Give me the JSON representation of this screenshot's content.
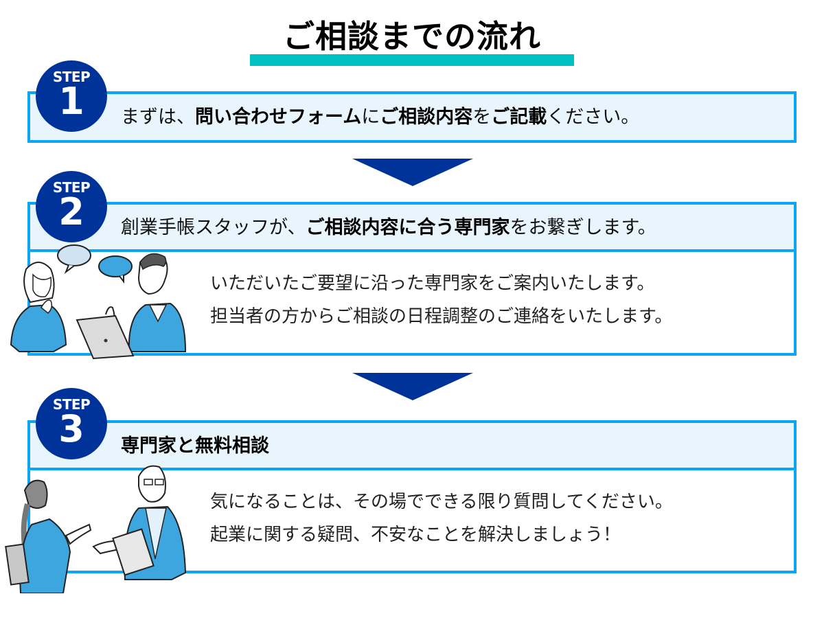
{
  "title": "ご相談までの流れ",
  "colors": {
    "accent_bar": "#00c0c0",
    "border_blue": "#0aa6f5",
    "header_fill": "#e8f5fc",
    "badge_navy": "#003399",
    "arrow_navy": "#003399"
  },
  "steps": [
    {
      "badge_label": "STEP",
      "number": "1",
      "heading_parts": [
        {
          "text": "まずは、",
          "bold": false
        },
        {
          "text": "問い合わせフォーム",
          "bold": true
        },
        {
          "text": "に",
          "bold": false
        },
        {
          "text": "ご相談内容",
          "bold": true
        },
        {
          "text": "を",
          "bold": false
        },
        {
          "text": "ご記載",
          "bold": true
        },
        {
          "text": "ください。",
          "bold": false
        }
      ]
    },
    {
      "badge_label": "STEP",
      "number": "2",
      "heading_parts": [
        {
          "text": "創業手帳スタッフが、",
          "bold": false
        },
        {
          "text": "ご相談内容に合う専門家",
          "bold": true
        },
        {
          "text": "をお繋ぎします。",
          "bold": false
        }
      ],
      "body_lines": [
        "いただいたご要望に沿った専門家をご案内いたします。",
        "担当者の方からご相談の日程調整のご連絡をいたします。"
      ],
      "illustration": "two-people-consulting-laptop-illustration"
    },
    {
      "badge_label": "STEP",
      "number": "3",
      "heading_parts": [
        {
          "text": "専門家と無料相談",
          "bold": true
        }
      ],
      "body_lines": [
        "気になることは、その場でできる限り質問してください。",
        "起業に関する疑問、不安なことを解決しましょう！"
      ],
      "illustration": "client-meets-expert-illustration"
    }
  ],
  "arrows": [
    "down-arrow",
    "down-arrow"
  ]
}
